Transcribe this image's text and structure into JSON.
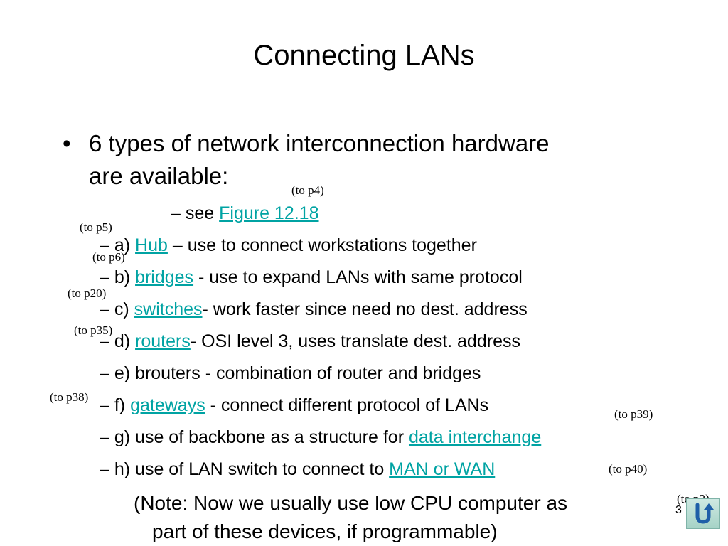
{
  "slide": {
    "title": "Connecting LANs",
    "bullet_symbol": "•",
    "bullet_line1": "6 types of network interconnection hardware",
    "bullet_line2": "are available:",
    "dash": "–",
    "see_prefix": "see ",
    "see_link": "Figure 12.18",
    "items": {
      "a_prefix": "a) ",
      "a_link": "Hub",
      "a_suffix": " – use to connect workstations together",
      "b_prefix": "b) ",
      "b_link": "bridges",
      "b_suffix": " - use to expand LANs with same protocol",
      "c_prefix": "c) ",
      "c_link": "switches",
      "c_suffix": "- work faster since need no dest. address",
      "d_prefix": "d) ",
      "d_link": "routers",
      "d_suffix": "- OSI level 3, uses translate dest. address",
      "e_text": "e) brouters - combination of router and bridges",
      "f_prefix": "f) ",
      "f_link": "gateways",
      "f_suffix": " - connect different protocol of LANs",
      "g_prefix": "g) use of backbone as a structure for ",
      "g_link": "data interchange",
      "h_prefix": "h) use of LAN switch to connect to ",
      "h_link": "MAN or WAN"
    },
    "note_line1": "(Note: Now we usually use low CPU computer as",
    "note_line2": "part of these devices, if programmable)",
    "page_refs": {
      "p4": "(to p4)",
      "p5": "(to p5)",
      "p6": "(to p6)",
      "p20": "(to p20)",
      "p35": "(to p35)",
      "p38": "(to p38)",
      "p39": "(to p39)",
      "p40": "(to p40)",
      "p2": "(to p2)"
    },
    "slide_number": "3",
    "home_icon": "return-arrow-icon",
    "colors": {
      "link": "#00a3a3",
      "button_bg": "#b9ddd4",
      "button_icon": "#1f5fa8"
    }
  }
}
